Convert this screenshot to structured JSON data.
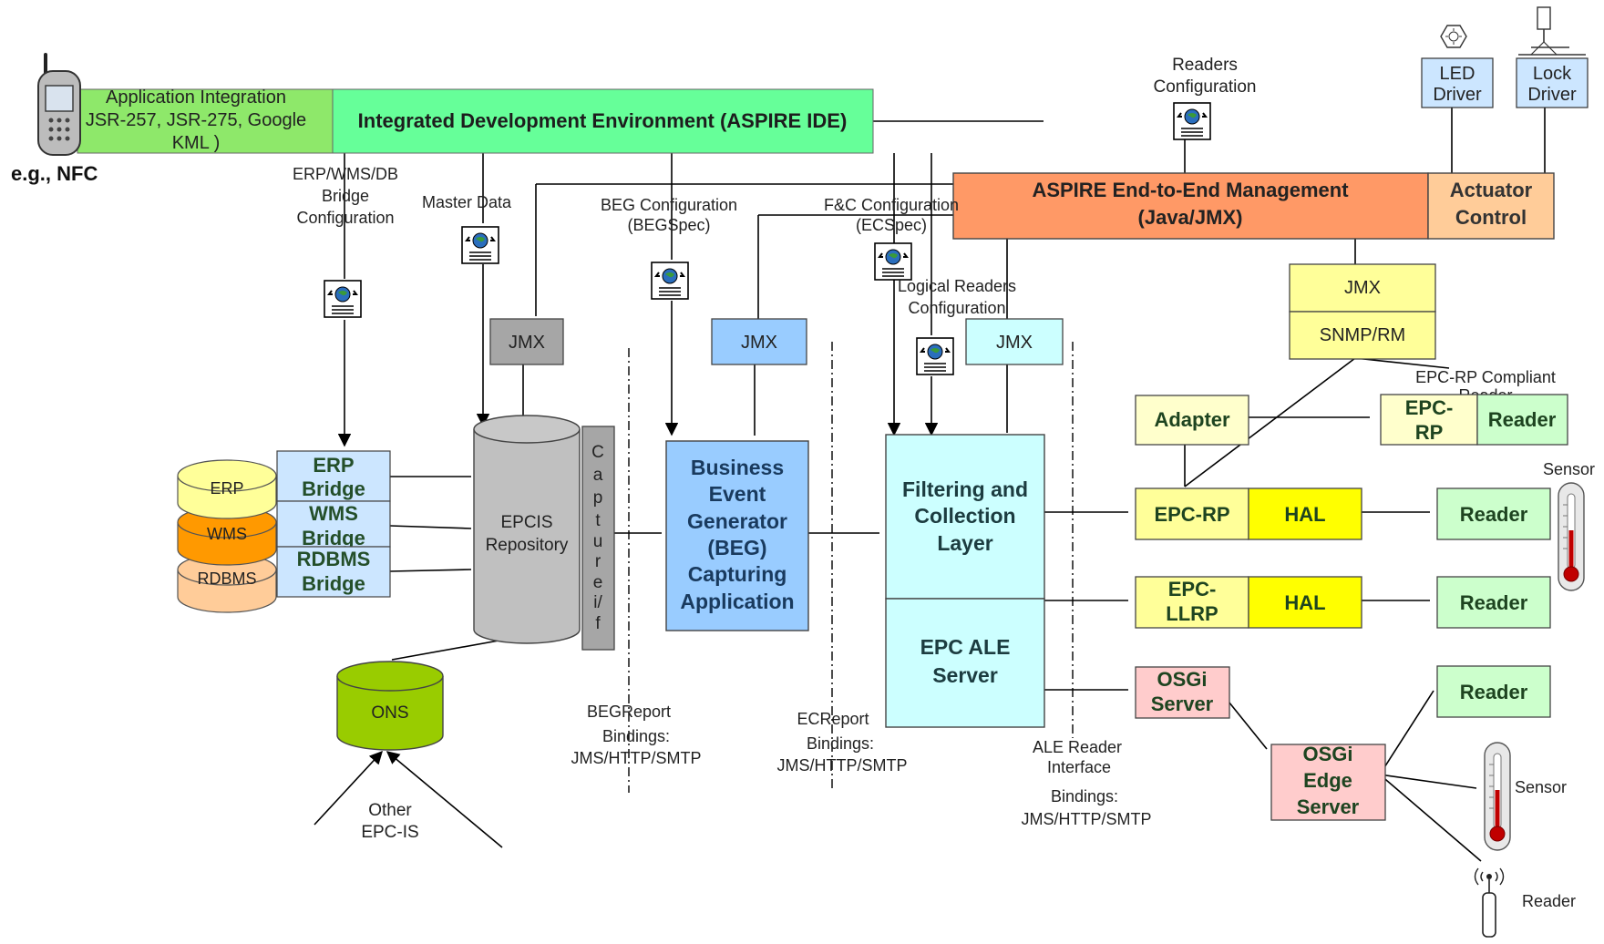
{
  "colors": {
    "app_integration": "#8EE86A",
    "ide": "#66FF99",
    "management": "#FF9966",
    "actuator": "#FFCC99",
    "jmx_gray": "#A6A6A6",
    "jmx_blue": "#99CCFF",
    "jmx_cyan": "#CCFFFF",
    "jmx_yellow": "#FFFF99",
    "bridge": "#CCE6FF",
    "beg": "#99CCFF",
    "fc": "#CCFFFF",
    "adapter": "#FFFFCC",
    "epcrp": "#FFFF99",
    "hal": "#FFFF00",
    "reader": "#CCFFCC",
    "osgi": "#FFCCCC",
    "ons": "#99CC00",
    "db_erp": "#FFFF99",
    "db_wms": "#FF9900",
    "db_rdbms": "#FFCC99",
    "epcis": "#C0C0C0"
  },
  "icons": {
    "phone": "mobile-phone-icon",
    "document": "xml-document-icon",
    "led": "led-lamp-icon",
    "lock": "lock-icon",
    "sensor": "thermometer-sensor-icon",
    "antenna": "rfid-antenna-reader-icon"
  },
  "top": {
    "app_integration": [
      "Application Integration",
      "JSR-257, JSR-275, Google",
      "KML )"
    ],
    "ide": "Integrated Development Environment (ASPIRE IDE)",
    "phone_label": "e.g., NFC",
    "readers_config": [
      "Readers",
      "Configuration"
    ],
    "led_driver": [
      "LED",
      "Driver"
    ],
    "lock_driver": [
      "Lock",
      "Driver"
    ]
  },
  "management": {
    "title": [
      "ASPIRE End-to-End Management",
      "(Java/JMX)"
    ],
    "actuator": [
      "Actuator",
      "Control"
    ],
    "jmx": "JMX",
    "snmp": "SNMP/RM"
  },
  "labels": {
    "erp_bridge_config": [
      "ERP/WMS/DB",
      "Bridge",
      "Configuration"
    ],
    "master_data": "Master Data",
    "beg_config": [
      "BEG Configuration",
      "(BEGSpec)"
    ],
    "fc_config": [
      "F&C Configuration",
      "(ECSpec)"
    ],
    "logical_readers": [
      "Logical Readers",
      "Configuration"
    ],
    "beg_report": [
      "BEGReport",
      "Bindings:",
      "JMS/HTTP/SMTP"
    ],
    "ec_report": [
      "ECReport",
      "Bindings:",
      "JMS/HTTP/SMTP"
    ],
    "ale_reader": [
      "ALE Reader",
      "Interface",
      "Bindings:",
      "JMS/HTTP/SMTP"
    ],
    "other_epcis": [
      "Other",
      "EPC-IS"
    ],
    "epcrp_compliant": [
      "EPC-RP Compliant",
      "Reader"
    ]
  },
  "jmx": {
    "gray": "JMX",
    "blue": "JMX",
    "cyan": "JMX"
  },
  "databases": {
    "erp": "ERP",
    "wms": "WMS",
    "rdbms": "RDBMS",
    "ons": "ONS"
  },
  "bridges": {
    "erp": [
      "ERP",
      "Bridge"
    ],
    "wms": [
      "WMS",
      "Bridge"
    ],
    "rdbms": [
      "RDBMS",
      "Bridge"
    ]
  },
  "epcis": [
    "EPCIS",
    "Repository"
  ],
  "capture": [
    "C",
    "a",
    "p",
    "t",
    "u",
    "r",
    "e",
    "i/",
    "f"
  ],
  "beg": [
    "Business",
    "Event",
    "Generator",
    "(BEG)",
    "Capturing",
    "Application"
  ],
  "fc": [
    "Filtering and",
    "Collection",
    "Layer"
  ],
  "ale_server": [
    "EPC ALE",
    "Server"
  ],
  "right": {
    "adapter": "Adapter",
    "epcrp_top": [
      "EPC-",
      "RP"
    ],
    "reader_top": "Reader",
    "epcrp": "EPC-RP",
    "hal1": "HAL",
    "reader1": "Reader",
    "epcllrp": [
      "EPC-",
      "LLRP"
    ],
    "hal2": "HAL",
    "reader2": "Reader",
    "osgi_server": [
      "OSGi",
      "Server"
    ],
    "osgi_edge": [
      "OSGi",
      "Edge",
      "Server"
    ],
    "reader3": "Reader",
    "sensor_top": "Sensor",
    "sensor_bottom": "Sensor",
    "reader_antenna": "Reader"
  }
}
